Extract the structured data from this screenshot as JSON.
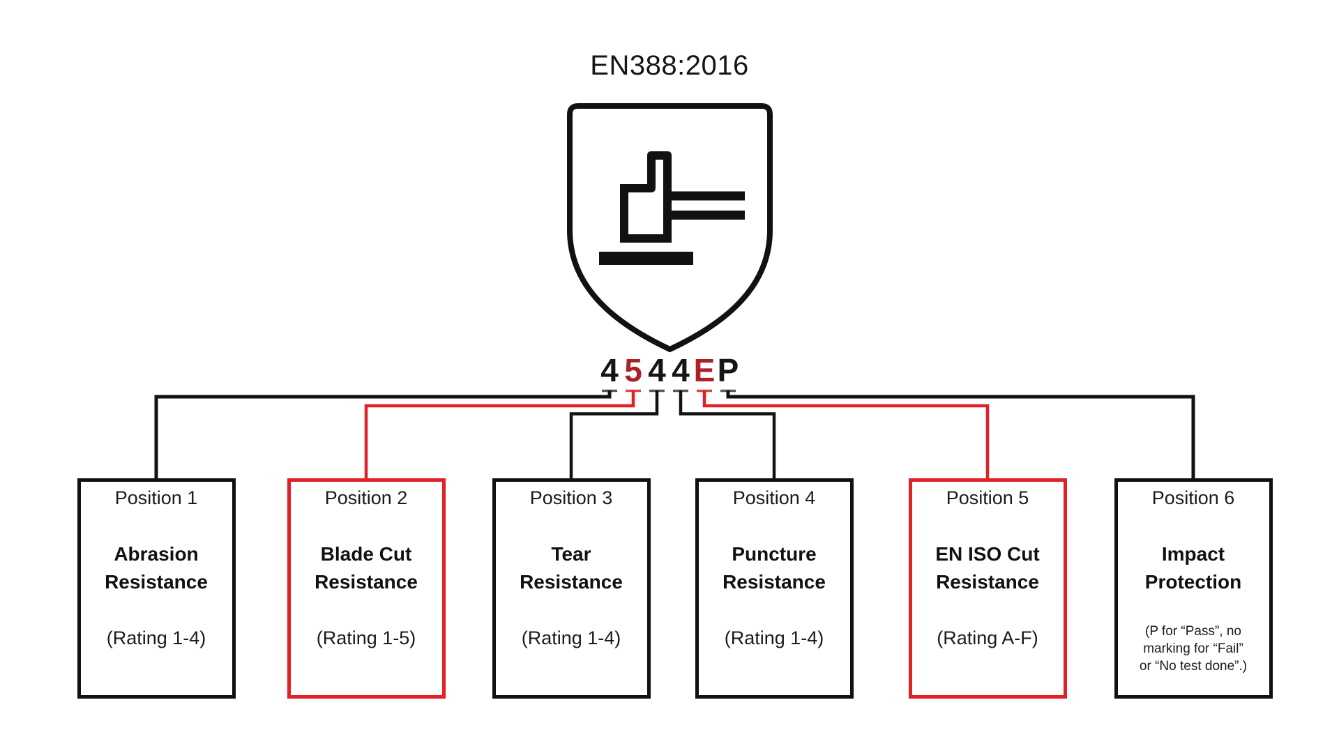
{
  "title": "EN388:2016",
  "shield": {
    "icon": "en388-mechanical-hazard-pictogram",
    "description": "shield with hammer striking surface glyph"
  },
  "code": {
    "value": "4544EP",
    "chars": [
      {
        "char": "4",
        "highlight": false
      },
      {
        "char": "5",
        "highlight": true
      },
      {
        "char": "4",
        "highlight": false
      },
      {
        "char": "4",
        "highlight": false
      },
      {
        "char": "E",
        "highlight": true
      },
      {
        "char": "P",
        "highlight": false
      }
    ]
  },
  "colors": {
    "black": "#121212",
    "red_line": "#e02127",
    "red_char": "#a82226",
    "background": "#ffffff"
  },
  "boxes": [
    {
      "position": "Position 1",
      "title_line1": "Abrasion",
      "title_line2": "Resistance",
      "rating": "(Rating 1-4)",
      "highlight": false
    },
    {
      "position": "Position 2",
      "title_line1": "Blade Cut",
      "title_line2": "Resistance",
      "rating": "(Rating 1-5)",
      "highlight": true
    },
    {
      "position": "Position 3",
      "title_line1": "Tear",
      "title_line2": "Resistance",
      "rating": "(Rating 1-4)",
      "highlight": false
    },
    {
      "position": "Position 4",
      "title_line1": "Puncture",
      "title_line2": "Resistance",
      "rating": "(Rating 1-4)",
      "highlight": false
    },
    {
      "position": "Position 5",
      "title_line1": "EN ISO Cut",
      "title_line2": "Resistance",
      "rating": "(Rating A-F)",
      "highlight": true
    },
    {
      "position": "Position 6",
      "title_line1": "Impact",
      "title_line2": "Protection",
      "note_line1": "(P for “Pass”, no",
      "note_line2": "marking for “Fail”",
      "note_line3": "or “No test done”.)",
      "highlight": false
    }
  ]
}
